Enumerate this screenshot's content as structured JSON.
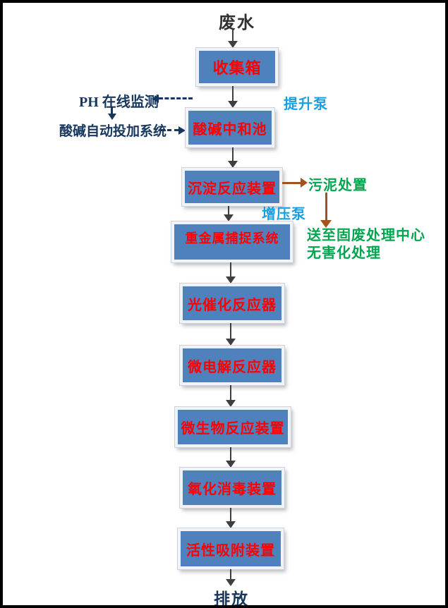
{
  "diagram": {
    "source_label": "废水",
    "output_label": "排放",
    "nodes": [
      {
        "label": "收集箱"
      },
      {
        "label": "酸碱中和池"
      },
      {
        "label": "沉淀反应装置"
      },
      {
        "label": "重金属捕捉系统"
      },
      {
        "label": "光催化反应器"
      },
      {
        "label": "微电解反应器"
      },
      {
        "label": "微生物反应装置"
      },
      {
        "label": "氧化消毒装置"
      },
      {
        "label": "活性吸附装置"
      }
    ],
    "annotations": {
      "ph_monitoring": "PH 在线监测",
      "dosing_system": "酸碱自动投加系统",
      "lift_pump": "提升泵",
      "booster_pump": "增压泵",
      "sludge_disposal": "污泥处置",
      "solid_waste_note": "送至固废处理中心无害化处理"
    },
    "colors": {
      "node_fill": "#4f81bd",
      "node_text": "#ff0000",
      "flow_arrow": "#3f3f3f",
      "annotation_navy": "#17375e",
      "pump_blue": "#1aa0e0",
      "side_green": "#00a550",
      "side_brown": "#a3521c",
      "frame_black": "#000000"
    }
  }
}
